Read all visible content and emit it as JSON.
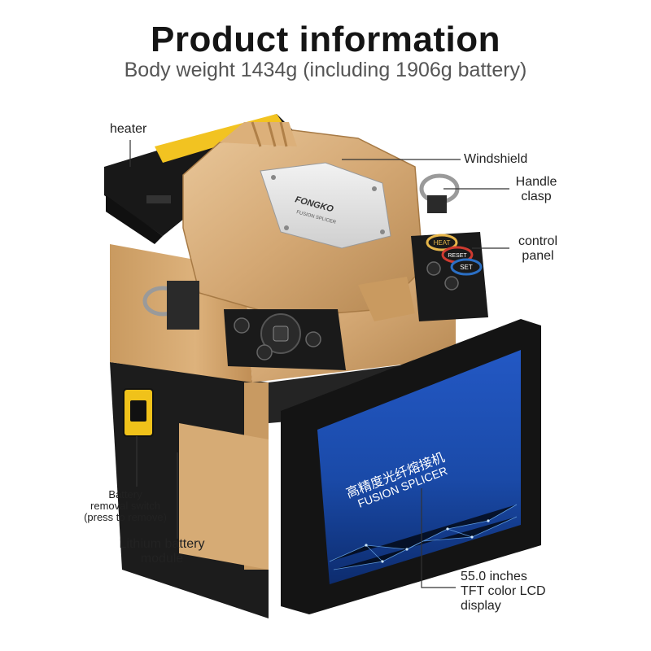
{
  "header": {
    "title": "Product information",
    "subtitle": "Body weight 1434g (including 1906g battery)"
  },
  "device": {
    "brand": "FONGKO",
    "model": "FUSION SPLICER",
    "buttons": {
      "heat": "HEAT",
      "reset": "RESET",
      "set": "SET"
    },
    "screen": {
      "chinese_text": "高精度光纤熔接机",
      "english_text": "FUSION SPLICER"
    }
  },
  "labels": {
    "heater": "heater",
    "windshield": "Windshield",
    "handle_clasp_1": "Handle",
    "handle_clasp_2": "clasp",
    "control_panel_1": "control",
    "control_panel_2": "panel",
    "battery_switch_1": "Battery",
    "battery_switch_2": "removal switch",
    "battery_switch_3": "(press to remove)",
    "lithium_1": "Lithium battery",
    "lithium_2": "module",
    "display_1": "55.0 inches",
    "display_2": "TFT color LCD",
    "display_3": "display"
  },
  "colors": {
    "gold": "#d4a874",
    "gold_dark": "#b48650",
    "body_black": "#1e1e1e",
    "screen_blue": "#1c4fb0",
    "heat_button": "#e7b64a",
    "reset_button": "#cf3a30",
    "set_button": "#2b6fc4"
  }
}
